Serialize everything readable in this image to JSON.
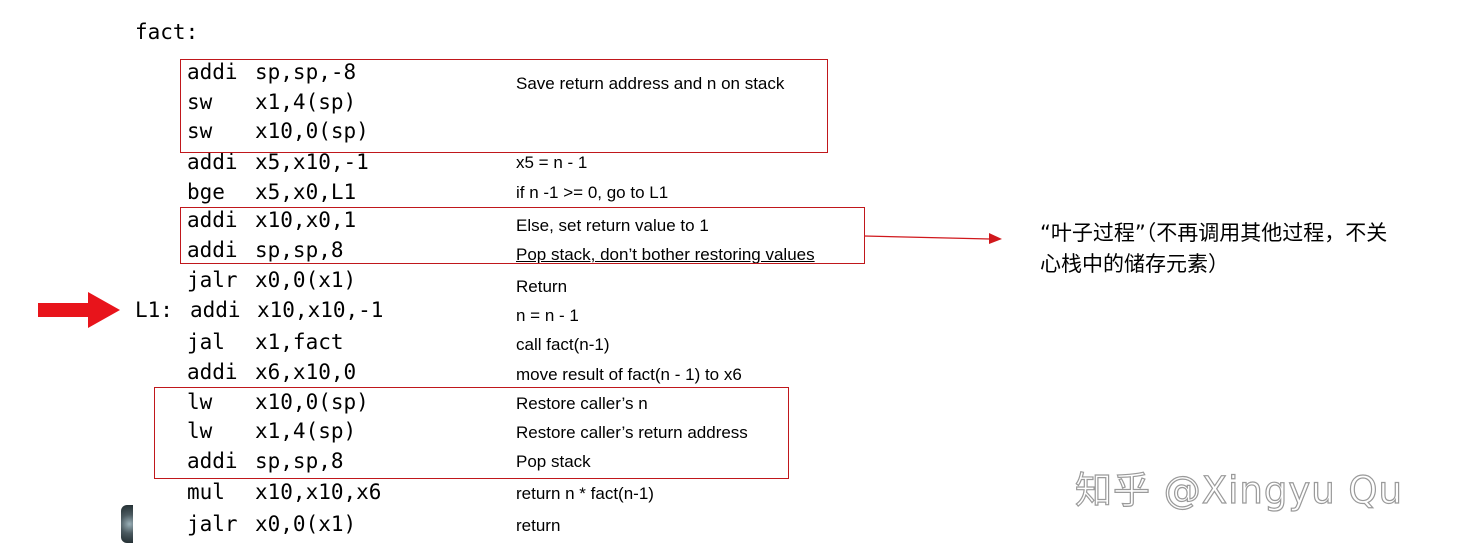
{
  "function_label": "fact:",
  "branch_label": "L1:",
  "lines": [
    {
      "op": "addi",
      "args": "sp,sp,-8",
      "comment": "Save return address and n on stack"
    },
    {
      "op": "sw",
      "args": "x1,4(sp)",
      "comment": ""
    },
    {
      "op": "sw",
      "args": "x10,0(sp)",
      "comment": ""
    },
    {
      "op": "addi",
      "args": "x5,x10,-1",
      "comment": "x5 = n - 1"
    },
    {
      "op": "bge",
      "args": "x5,x0,L1",
      "comment": "if n -1 >= 0, go to L1"
    },
    {
      "op": "addi",
      "args": "x10,x0,1",
      "comment": "Else, set return value to 1"
    },
    {
      "op": "addi",
      "args": "sp,sp,8",
      "comment": "Pop stack, don’t bother restoring values"
    },
    {
      "op": "jalr",
      "args": "x0,0(x1)",
      "comment": "Return"
    },
    {
      "op": "addi",
      "args": "x10,x10,-1",
      "comment": "n = n - 1"
    },
    {
      "op": "jal",
      "args": "x1,fact",
      "comment": "call fact(n-1)"
    },
    {
      "op": "addi",
      "args": "x6,x10,0",
      "comment": "move result of fact(n - 1) to x6"
    },
    {
      "op": "lw",
      "args": "x10,0(sp)",
      "comment": "Restore caller’s n"
    },
    {
      "op": "lw",
      "args": "x1,4(sp)",
      "comment": "Restore caller’s return address"
    },
    {
      "op": "addi",
      "args": "sp,sp,8",
      "comment": "Pop stack"
    },
    {
      "op": "mul",
      "args": "x10,x10,x6",
      "comment": "return n * fact(n-1)"
    },
    {
      "op": "jalr",
      "args": "x0,0(x1)",
      "comment": "return"
    }
  ],
  "annotation": {
    "text": "“叶子过程”（不再调用其他过程，不关心栈中的储存元素）"
  },
  "watermark": "知乎 @Xingyu Qu",
  "colors": {
    "box_border": "#c0171b",
    "arrow_red": "#e8141b",
    "watermark_stroke": "#9a9a9a"
  },
  "icons": {
    "pointer_arrow": "right-arrow-icon",
    "annotation_arrow": "thin-right-arrow-icon"
  }
}
